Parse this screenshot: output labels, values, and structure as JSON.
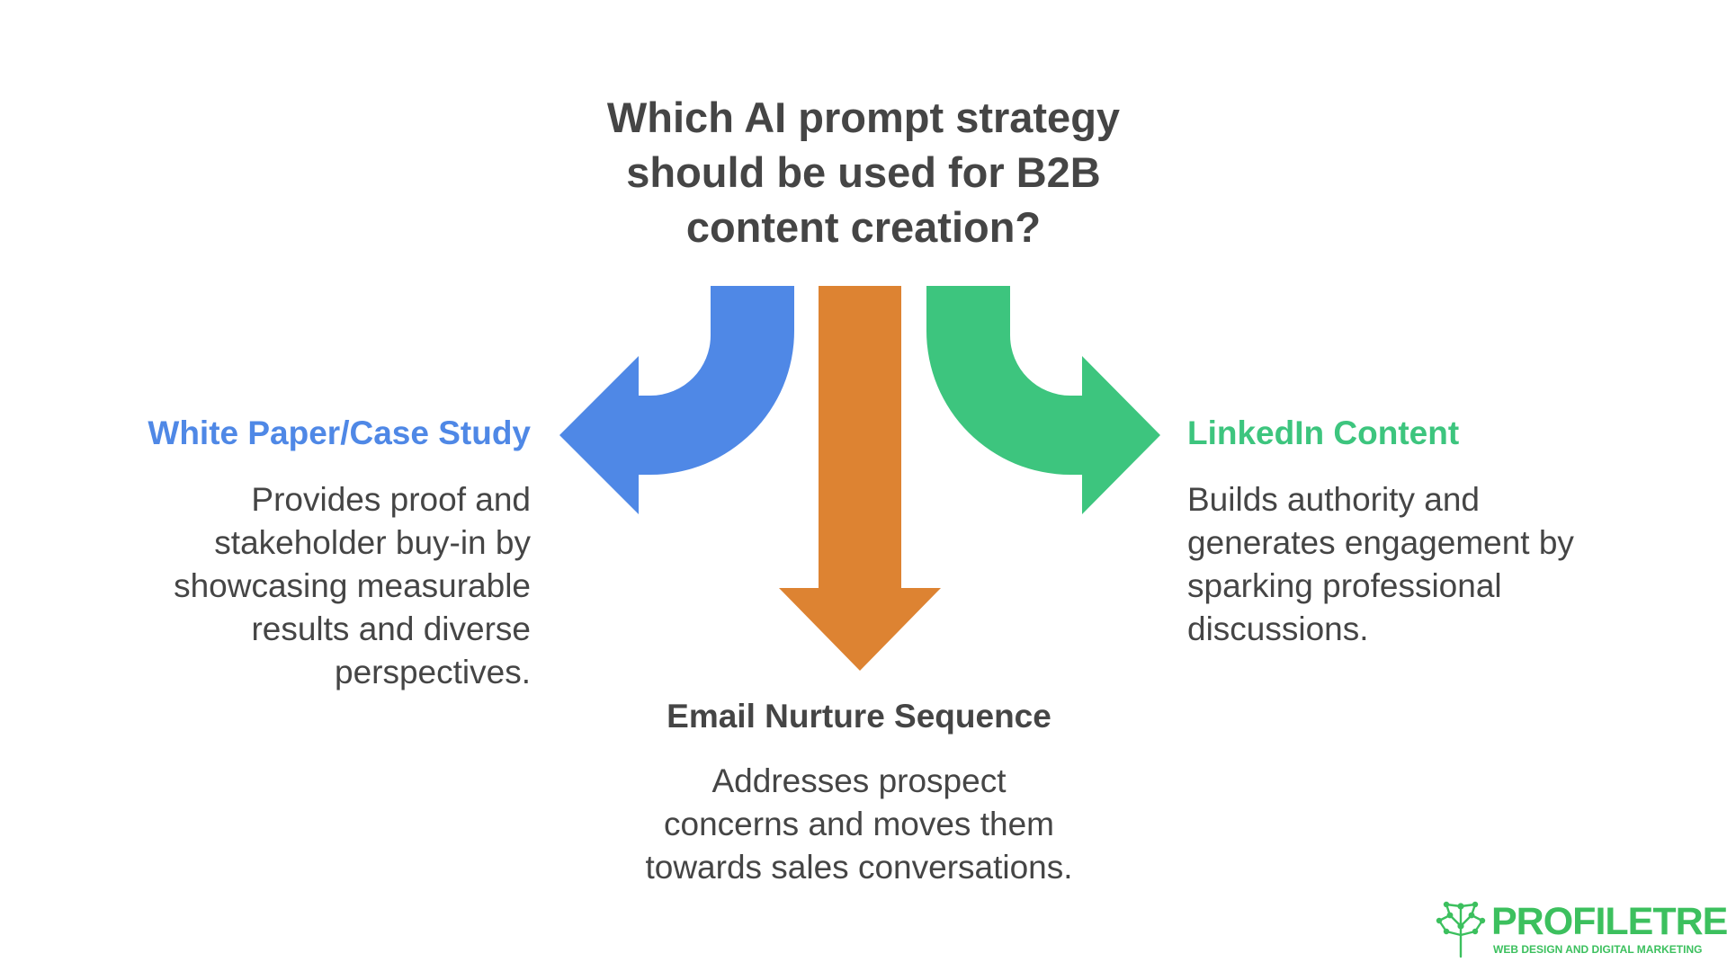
{
  "diagram": {
    "title_lines": [
      "Which AI prompt strategy",
      "should be used for B2B",
      "content creation?"
    ],
    "options": {
      "left": {
        "title": "White Paper/Case Study",
        "description_lines": [
          "Provides proof and",
          "stakeholder buy-in by",
          "showcasing measurable",
          "results and diverse",
          "perspectives."
        ],
        "color": "#4f88e6"
      },
      "center": {
        "title": "Email Nurture Sequence",
        "description_lines": [
          "Addresses prospect",
          "concerns and moves them",
          "towards sales conversations."
        ],
        "color": "#dd8332"
      },
      "right": {
        "title": "LinkedIn Content",
        "description_lines": [
          "Builds authority and",
          "generates engagement by",
          "sparking professional",
          "discussions."
        ],
        "color": "#3dc57e"
      }
    }
  },
  "logo": {
    "name": "PROFILETREE",
    "tagline": "WEB DESIGN AND DIGITAL MARKETING",
    "color": "#3cc05e"
  }
}
